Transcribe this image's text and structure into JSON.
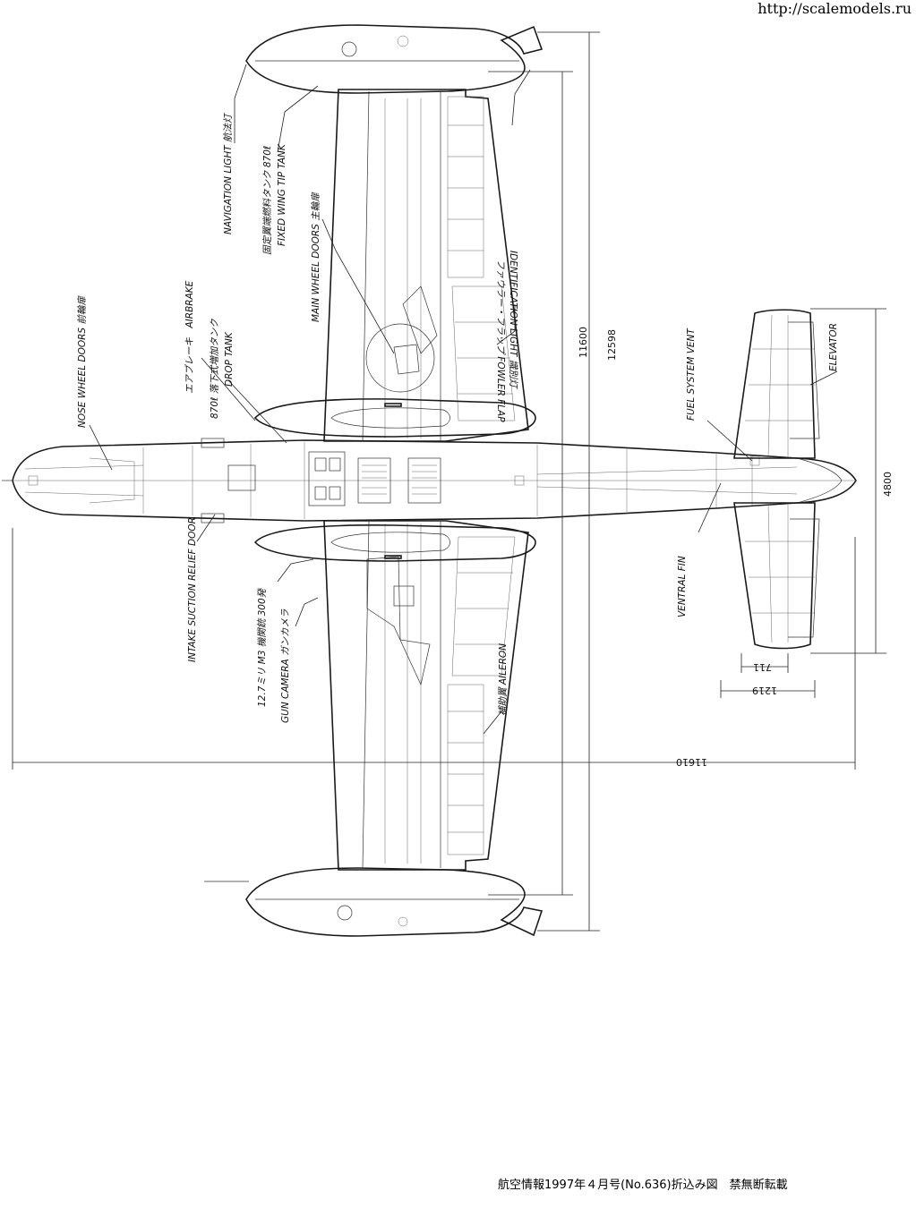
{
  "watermark": "http://scalemodels.ru",
  "footer": "航空情報1997年４月号(No.636)折込み図　禁無断転載",
  "labels": {
    "nav_light": "NAVIGATION LIGHT 航法灯",
    "tip_tank_jp": "固定翼端燃料タンク 870ℓ",
    "tip_tank": "FIXED WING TIP TANK",
    "main_wheel": "MAIN WHEEL DOORS 主輪扉",
    "airbrake": "エアブレーキ　AIRBRAKE",
    "drop_tank_jp": "870ℓ 落下式増加タンク",
    "drop_tank": "DROP TANK",
    "nose_wheel": "NOSE WHEEL DOORS 前輪扉",
    "id_light": "IDENTIFICATION LIGHT 識別灯",
    "fowler": "ファウラー・フラップ FOWLER FLAP",
    "fuel_vent": "FUEL SYSTEM VENT",
    "elevator": "ELEVATOR",
    "intake": "INTAKE SUCTION RELIEF DOOR",
    "gun_jp": "12.7ミリ M3 機関銃 300発",
    "gun_camera": "GUN CAMERA ガンカメラ",
    "aileron": "補助翼 AILERON",
    "ventral": "VENTRAL FIN"
  },
  "dimensions": {
    "d11600": "11600",
    "d12598": "12598",
    "d4800": "4800",
    "d711": "711",
    "d1219": "1219",
    "d11610": "11610"
  }
}
